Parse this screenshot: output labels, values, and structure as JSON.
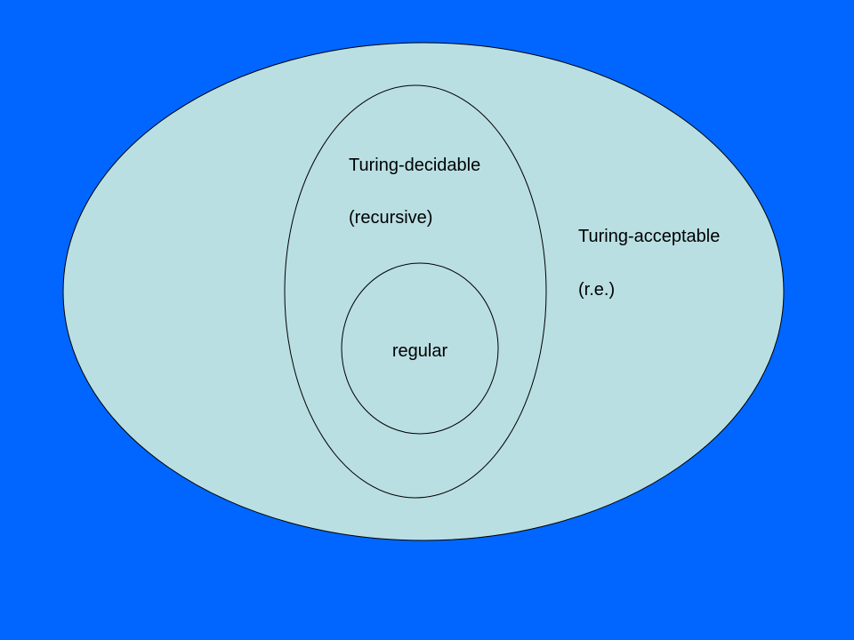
{
  "colors": {
    "background": "#0066ff",
    "region_fill": "#b9dfe3",
    "outline": "#000000"
  },
  "regions": {
    "acceptable": {
      "line1": "Turing-acceptable",
      "line2": "(r.e.)"
    },
    "decidable": {
      "line1": "Turing-decidable",
      "line2": "(recursive)"
    },
    "regular": {
      "label": "regular"
    }
  }
}
